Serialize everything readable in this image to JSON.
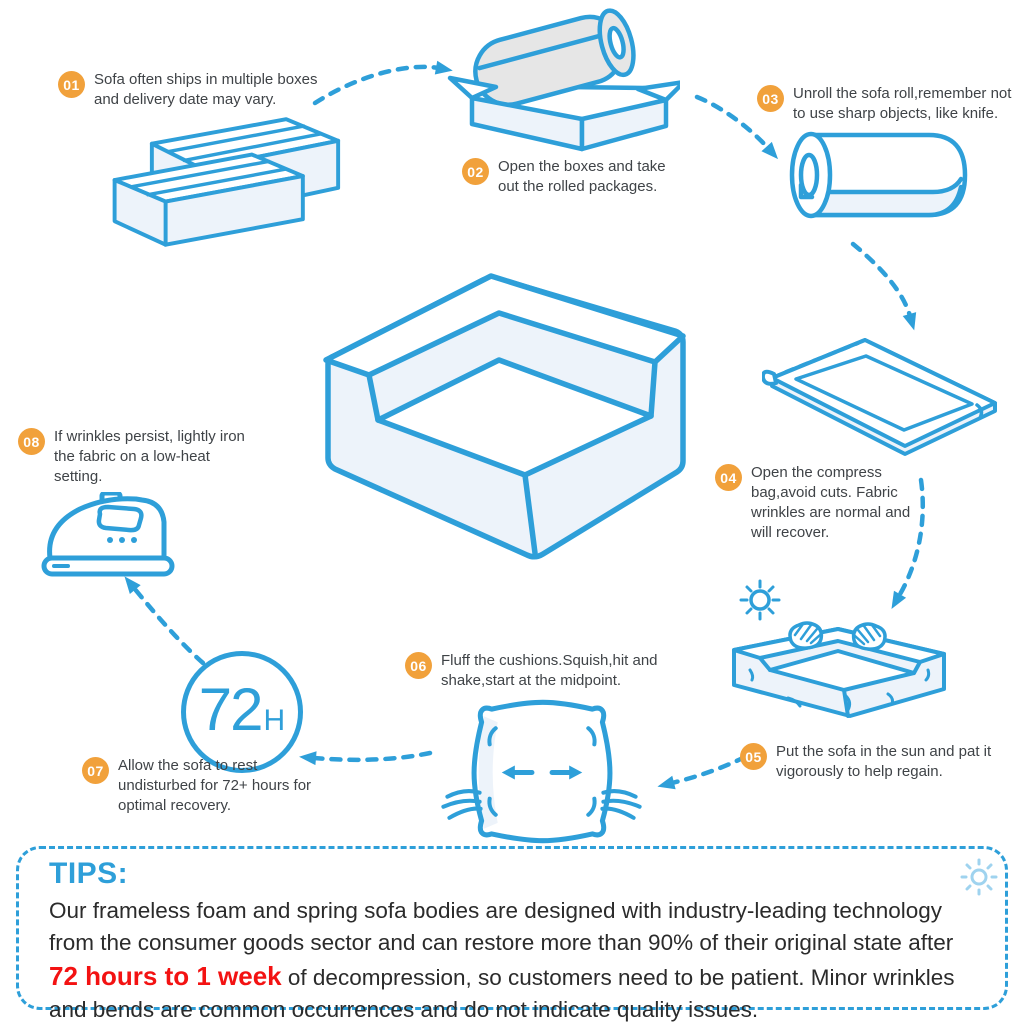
{
  "steps": [
    {
      "num": "01",
      "text": "Sofa often ships in multiple boxes and delivery date may vary."
    },
    {
      "num": "02",
      "text": "Open the boxes and take out the rolled packages."
    },
    {
      "num": "03",
      "text": "Unroll the sofa roll,remember not to use sharp objects, like knife."
    },
    {
      "num": "04",
      "text": "Open the compress bag,avoid cuts. Fabric wrinkles are normal and will recover."
    },
    {
      "num": "05",
      "text": "Put the sofa in the sun and pat it vigorously to help regain."
    },
    {
      "num": "06",
      "text": "Fluff the cushions.Squish,hit and shake,start at the midpoint."
    },
    {
      "num": "07",
      "text": "Allow the sofa to rest undisturbed for 72+ hours for optimal recovery."
    },
    {
      "num": "08",
      "text": "If wrinkles persist, lightly iron the fabric on a low-heat setting."
    }
  ],
  "timer": {
    "hours": "72",
    "unit": "H"
  },
  "tips": {
    "title": "TIPS:",
    "text_before": "Our frameless foam and spring sofa bodies are designed with industry-leading technology from the consumer goods sector and can restore more than 90% of their original state after ",
    "highlight": "72 hours to 1 week",
    "text_after": " of decompression, so customers need to be patient. Minor wrinkles and bends are common occurrences and do not indicate quality issues."
  },
  "colors": {
    "accent_blue": "#2E9FD9",
    "badge_orange": "#F1A13B",
    "highlight_red": "#F31212",
    "fill_light": "#EDF3FA"
  }
}
